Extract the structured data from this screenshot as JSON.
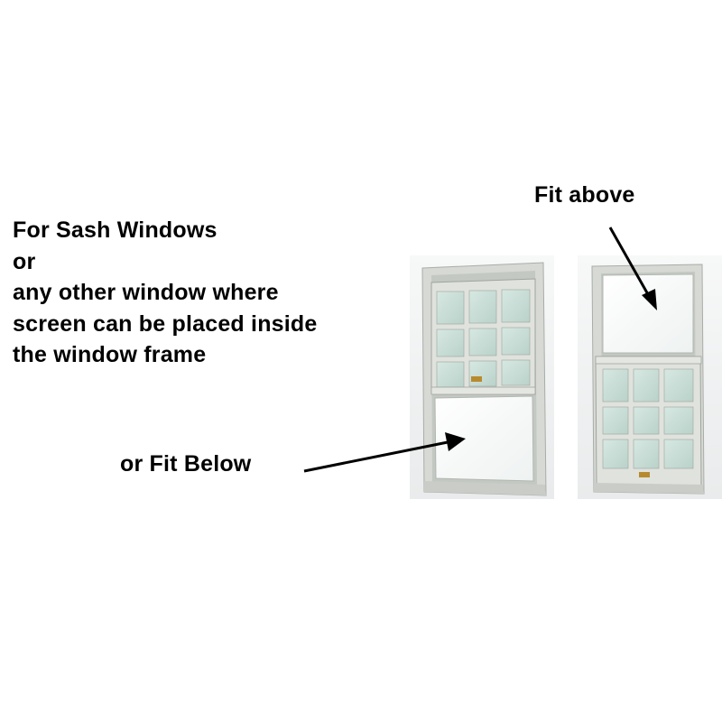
{
  "intro": {
    "lines": [
      "For Sash Windows",
      "or",
      "any other window where",
      "screen can be placed inside",
      "the window frame"
    ]
  },
  "labels": {
    "fit_below": "or Fit Below",
    "fit_above": "Fit above"
  },
  "colors": {
    "text": "#000000",
    "frame": "#d6d9d4",
    "frame_shadow": "#a9ada7",
    "glass": "#f4f7f6",
    "glass_tint": "#cfe2dc",
    "handle": "#b88a2e"
  },
  "illustrations": [
    {
      "name": "sash-window-lower-open",
      "depicts": "window-photo"
    },
    {
      "name": "sash-window-upper-open",
      "depicts": "window-photo"
    }
  ]
}
